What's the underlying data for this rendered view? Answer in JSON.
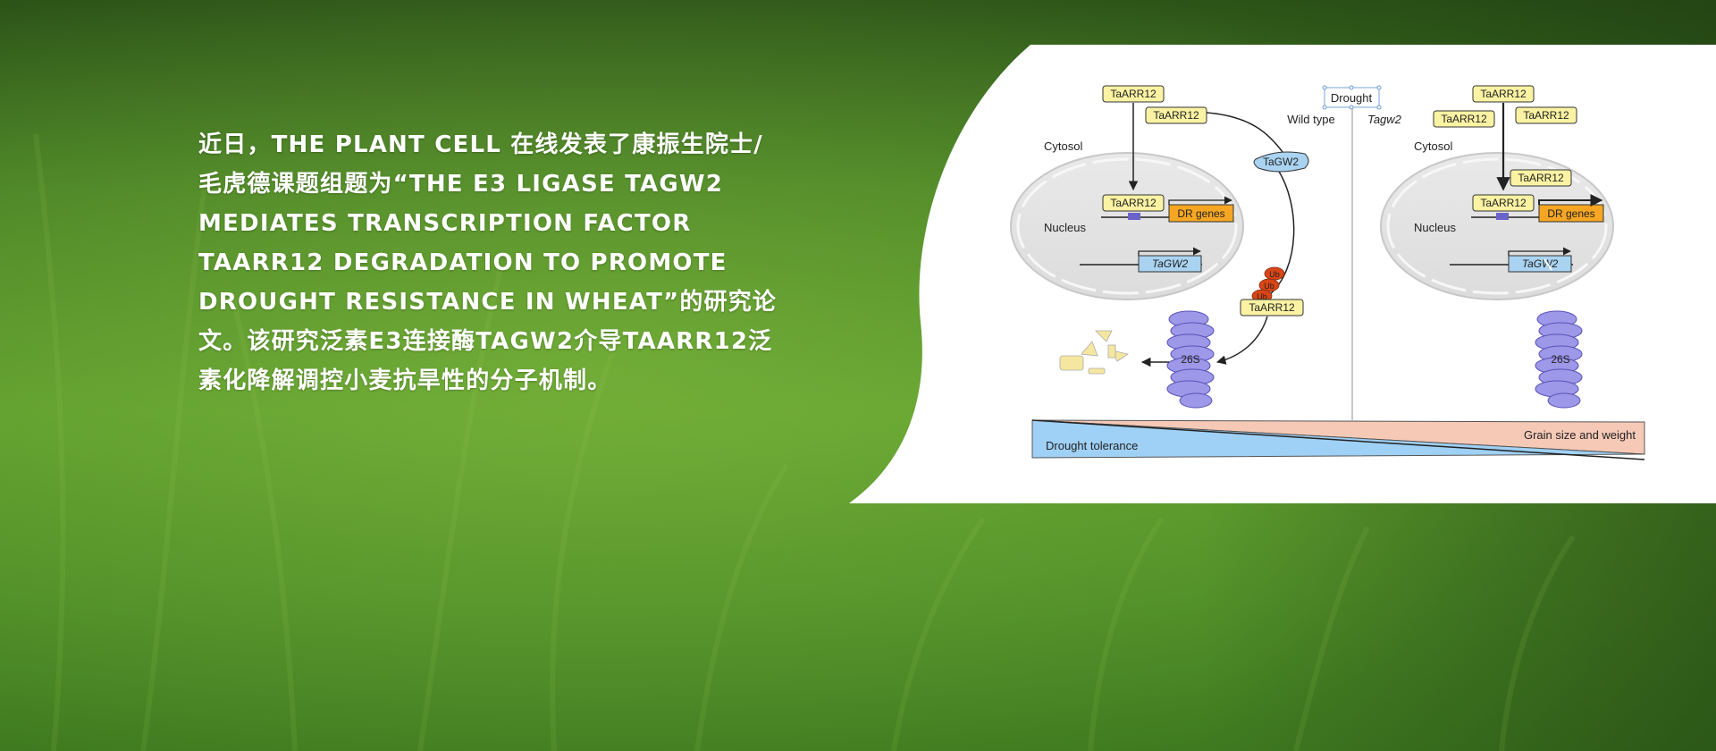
{
  "intro": {
    "paragraph": "近日，THE PLANT CELL 在线发表了康振生院士/\n毛虎德课题组题为“THE E3 LIGASE TAGW2\nMEDIATES TRANSCRIPTION FACTOR\nTAARR12 DEGRADATION TO PROMOTE\nDROUGHT RESISTANCE IN WHEAT”的研究论\n文。该研究泛素E3连接酶TAGW2介导TAARR12泛\n素化降解调控小麦抗旱性的分子机制。"
  },
  "figure": {
    "drought_label": "Drought",
    "wild_type_label": "Wild type",
    "mutant_label": "Tagw2",
    "cytosol_label": "Cytosol",
    "nucleus_label": "Nucleus",
    "protein_label": "TaARR12",
    "e3_label": "TaGW2",
    "gene_label": "DR genes",
    "tagw2_gene_label": "TaGW2",
    "ubiquitin_label": "Ub",
    "proteasome_label": "26S",
    "drought_tolerance_label": "Drought tolerance",
    "grain_label": "Grain size and weight"
  },
  "colors": {
    "protein_fill": "#fbf3a3",
    "gene_fill": "#f6a623",
    "tagw2_box_fill": "#a9d3f1",
    "proteasome_fill": "#9d98e8",
    "ubiquitin_fill": "#d94515",
    "tolerance_bar": "#9fd0f5",
    "grain_bar": "#f6c9b7"
  }
}
